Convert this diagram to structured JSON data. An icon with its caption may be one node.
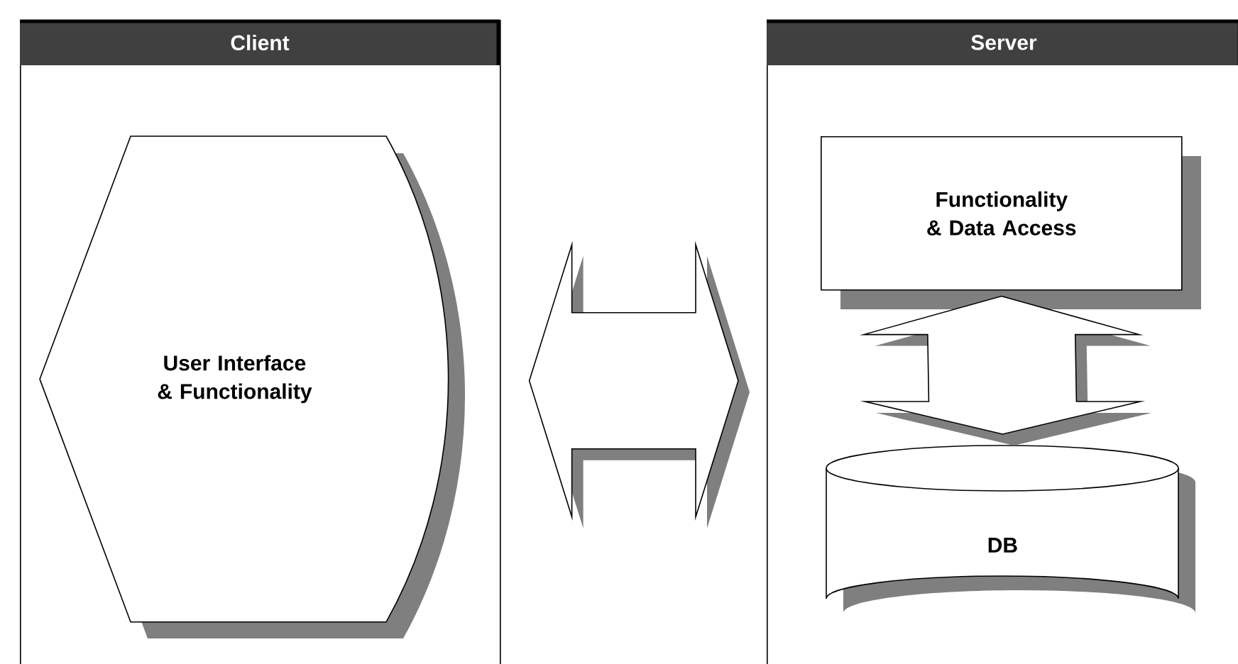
{
  "diagram": {
    "nodes": [
      {
        "text": [
          "Client"
        ]
      },
      {
        "text": [
          "User Interface & Functionality"
        ],
        "in": 0
      },
      {
        "text": [
          "Server"
        ]
      },
      {
        "text": [
          "Functionality & Data Access"
        ],
        "in": 2
      },
      {
        "text": [
          "DB"
        ],
        "in": 2
      }
    ],
    "edges": [
      {
        "from": 0,
        "to": 2,
        "arrow": "both"
      },
      {
        "from": 3,
        "to": 4,
        "arrow": "both"
      }
    ]
  }
}
